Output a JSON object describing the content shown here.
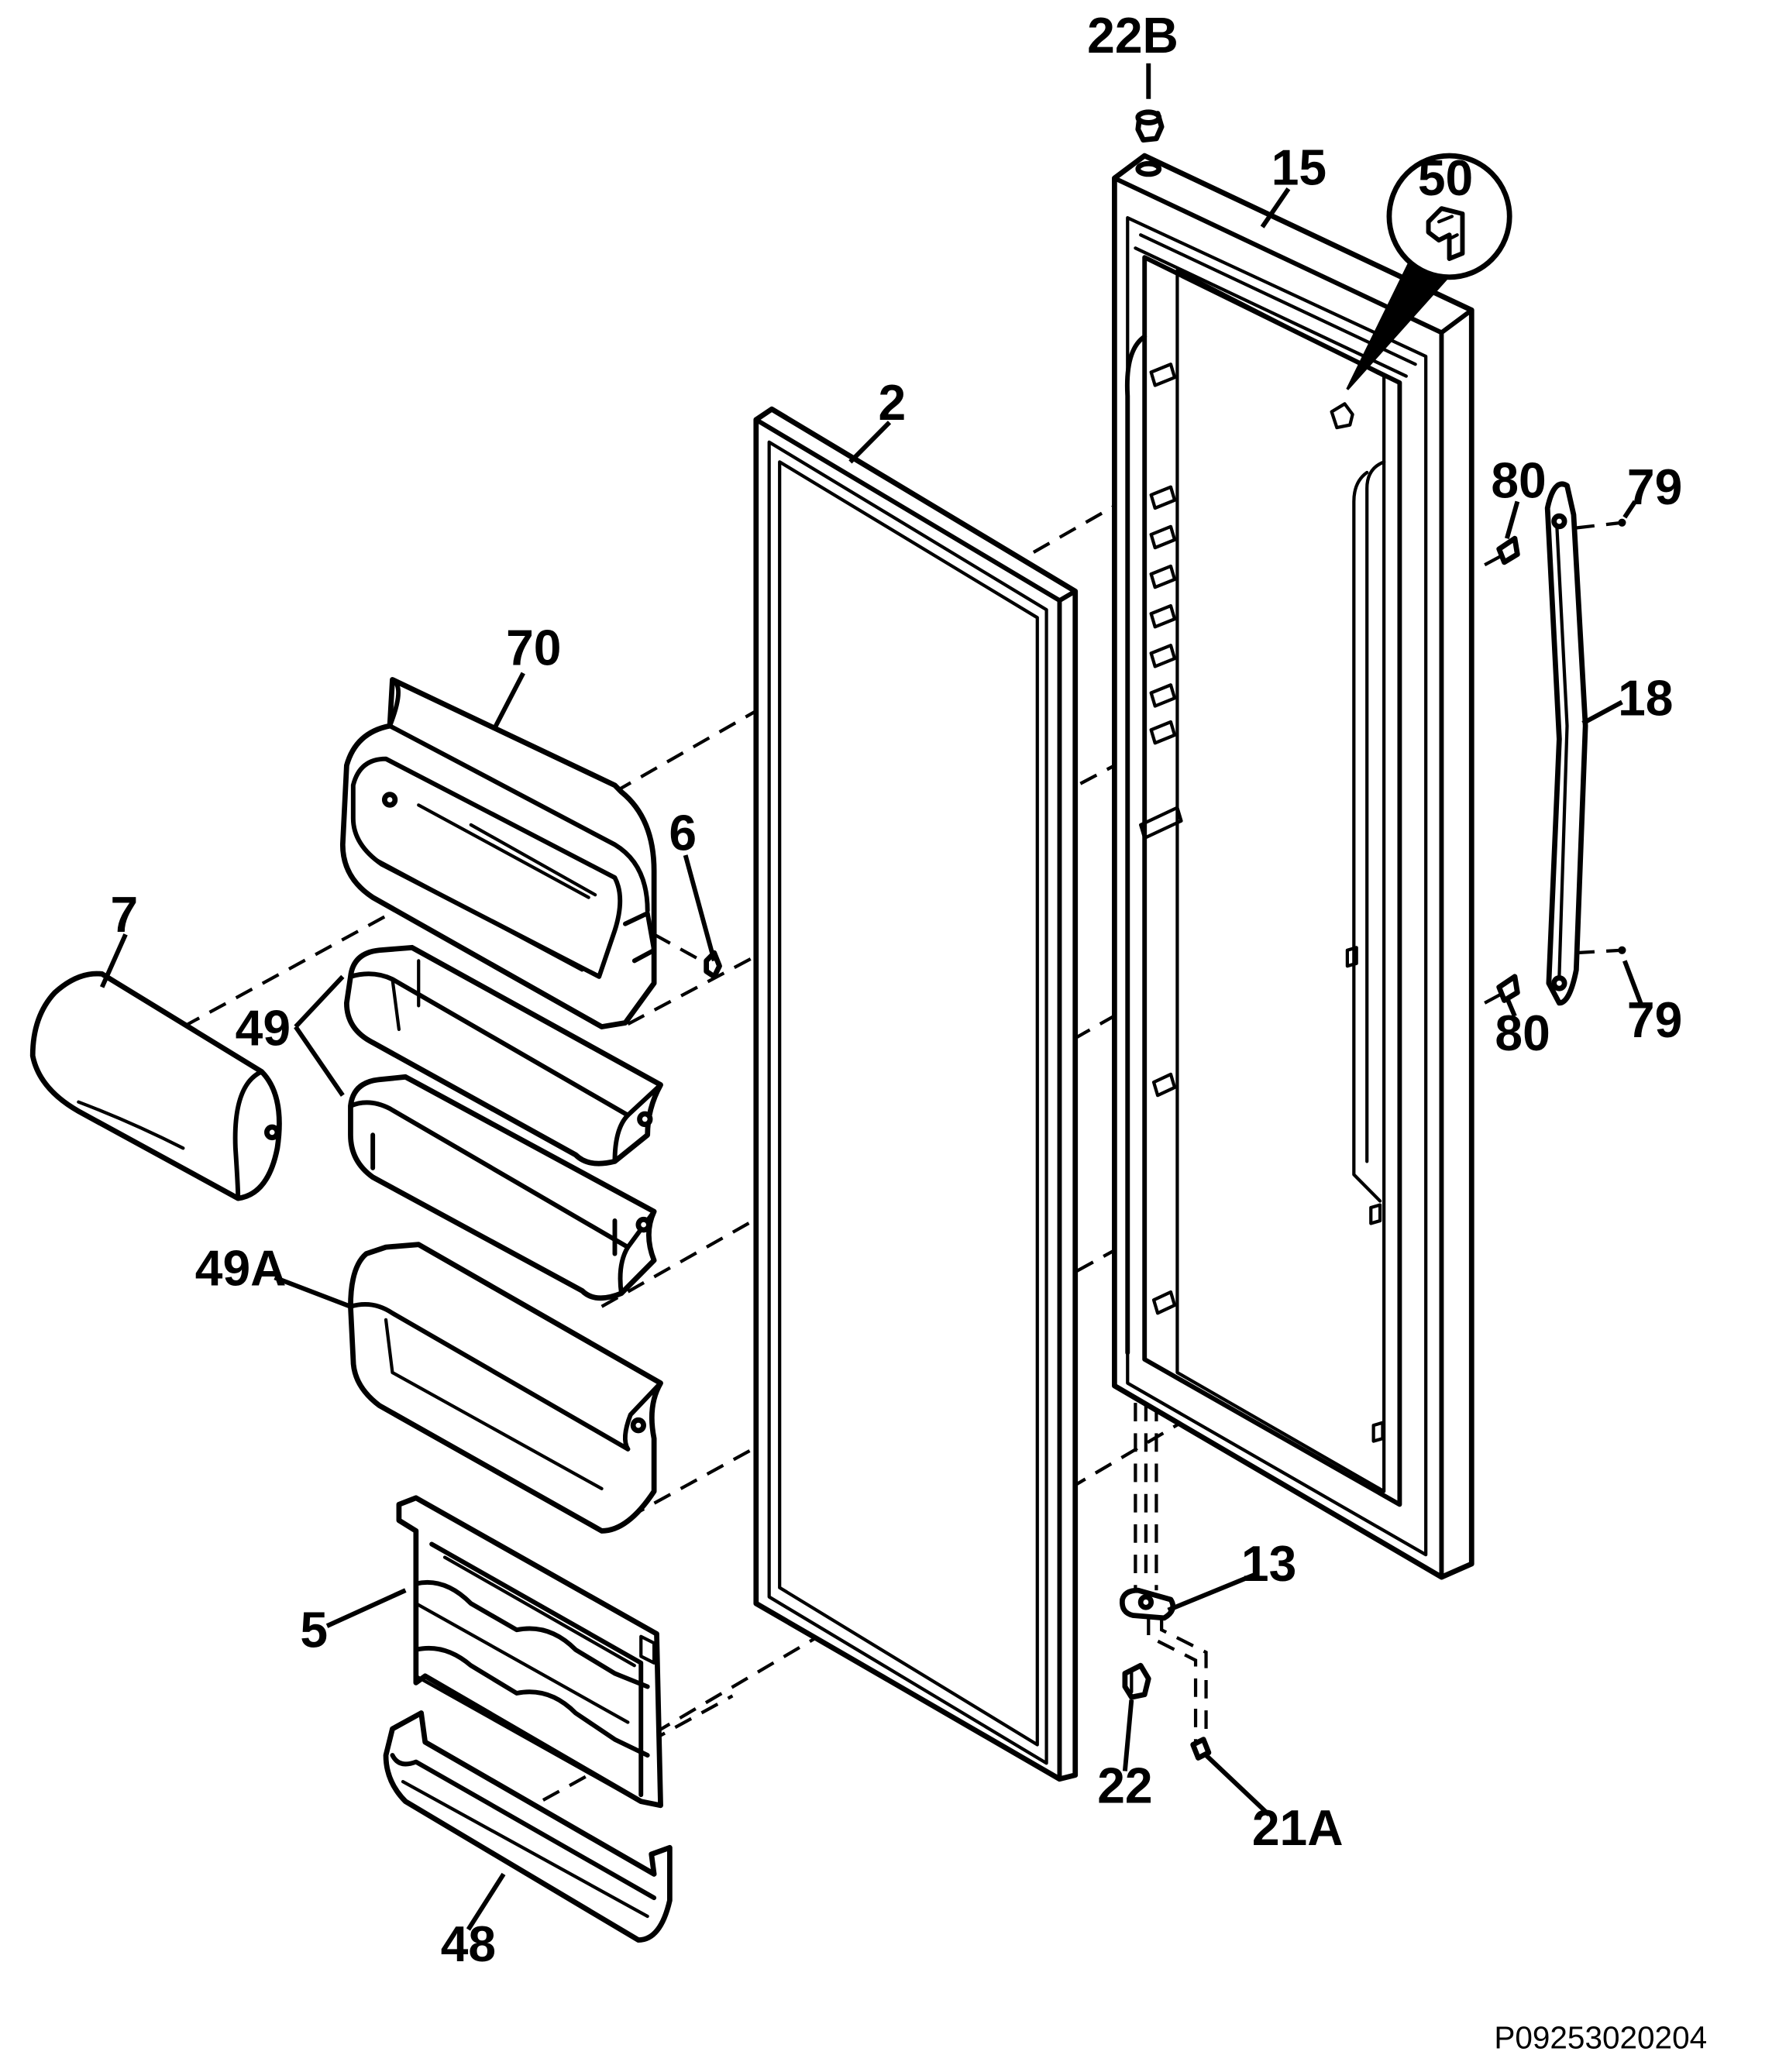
{
  "diagram": {
    "document_code": "P09253020204",
    "callouts": [
      {
        "id": "22B",
        "text": "22B"
      },
      {
        "id": "15",
        "text": "15"
      },
      {
        "id": "50",
        "text": "50"
      },
      {
        "id": "2",
        "text": "2"
      },
      {
        "id": "80a",
        "text": "80"
      },
      {
        "id": "79a",
        "text": "79"
      },
      {
        "id": "70",
        "text": "70"
      },
      {
        "id": "18",
        "text": "18"
      },
      {
        "id": "6",
        "text": "6"
      },
      {
        "id": "7",
        "text": "7"
      },
      {
        "id": "49",
        "text": "49"
      },
      {
        "id": "80b",
        "text": "80"
      },
      {
        "id": "79b",
        "text": "79"
      },
      {
        "id": "49A",
        "text": "49A"
      },
      {
        "id": "13",
        "text": "13"
      },
      {
        "id": "5",
        "text": "5"
      },
      {
        "id": "22",
        "text": "22"
      },
      {
        "id": "21A",
        "text": "21A"
      },
      {
        "id": "48",
        "text": "48"
      }
    ]
  }
}
